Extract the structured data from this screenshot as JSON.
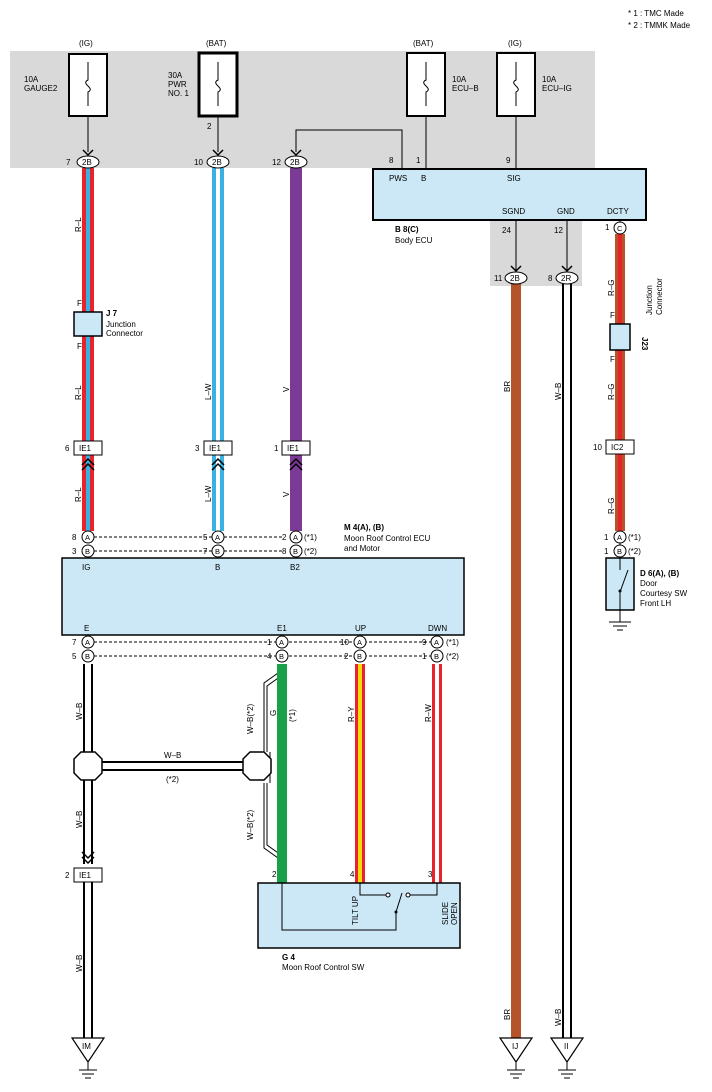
{
  "notes": [
    "* 1 : TMC Made",
    "* 2 : TMMK Made"
  ],
  "fuses": [
    {
      "supply": "(IG)",
      "rating": "10A",
      "name": "GAUGE2"
    },
    {
      "supply": "(BAT)",
      "rating": "30A",
      "name": "PWR",
      "name2": "NO. 1"
    },
    {
      "supply": "(BAT)",
      "rating": "10A",
      "name": "ECU–B"
    },
    {
      "supply": "(IG)",
      "rating": "10A",
      "name": "ECU–IG"
    }
  ],
  "fuse_pins": {
    "pwr": "2"
  },
  "connectors": {
    "c2b_gauge": {
      "pin": "7",
      "code": "2B"
    },
    "c2b_pwr": {
      "pin": "10",
      "code": "2B"
    },
    "c2b_b2": {
      "pin": "12",
      "code": "2B"
    },
    "c2b_sgnd": {
      "pin": "11",
      "code": "2B"
    },
    "c2r_gnd": {
      "pin": "8",
      "code": "2R"
    },
    "ie1_a": {
      "pin": "6",
      "code": "IE1"
    },
    "ie1_b": {
      "pin": "3",
      "code": "IE1"
    },
    "ie1_c": {
      "pin": "1",
      "code": "IE1"
    },
    "ie1_d": {
      "pin": "2",
      "code": "IE1"
    },
    "ic2": {
      "pin": "10",
      "code": "IC2"
    },
    "c_dcty": {
      "pin": "1",
      "code": "C"
    }
  },
  "body_ecu": {
    "id": "B 8(C)",
    "name": "Body ECU",
    "pins_top": [
      "8",
      "1",
      "9"
    ],
    "terms_top": [
      "PWS",
      "B",
      "SIG"
    ],
    "terms_bottom": [
      "SGND",
      "GND",
      "DCTY"
    ],
    "pins_bottom": [
      "24",
      "12",
      "1"
    ]
  },
  "j7": {
    "id": "J 7",
    "name": "Junction",
    "name2": "Connector",
    "pin": "F"
  },
  "j23": {
    "id": "J23",
    "name": "Junction",
    "name2": "Connector",
    "pin": "F"
  },
  "moon_ecu": {
    "id": "M 4(A), (B)",
    "name": "Moon Roof Control ECU",
    "name2": "and Motor",
    "terms_top": [
      "IG",
      "B",
      "B2"
    ],
    "terms_bottom": [
      "E",
      "E1",
      "UP",
      "DWN"
    ],
    "top_pins_a": [
      "8",
      "5",
      "2"
    ],
    "top_pins_b": [
      "3",
      "7",
      "8"
    ],
    "bottom_pins_a": [
      "7",
      "1",
      "10",
      "9"
    ],
    "bottom_pins_b": [
      "5",
      "4",
      "2",
      "1"
    ],
    "conn_a": "A",
    "conn_b": "B",
    "mark_1": "(*1)",
    "mark_2": "(*2)"
  },
  "door_sw": {
    "id": "D 6(A), (B)",
    "name": "Door",
    "name2": "Courtesy SW",
    "name3": "Front LH",
    "pins": [
      "1",
      "1"
    ],
    "conn_a": "A",
    "conn_b": "B",
    "mark_1": "(*1)",
    "mark_2": "(*2)"
  },
  "moon_sw": {
    "id": "G 4",
    "name": "Moon Roof Control SW",
    "pins": [
      "2",
      "4",
      "3"
    ],
    "label_tilt": [
      "TILT UP"
    ],
    "label_slide": [
      "SLIDE",
      "OPEN"
    ]
  },
  "wire_labels": {
    "rl": "R–L",
    "lw": "L–W",
    "v": "V",
    "br": "BR",
    "wb": "W–B",
    "rg": "R–G",
    "g": "G",
    "ry": "R–Y",
    "rw": "R–W",
    "wb2": "W–B(*2)",
    "star1": "(*1)",
    "star2": "(*2)"
  },
  "grounds": [
    "IM",
    "IJ",
    "II"
  ],
  "colors": {
    "panel": "#d9d9d9",
    "box": "#cce8f6",
    "red": "#e8242b",
    "blue_light": "#3ab0e3",
    "purple": "#7b3a96",
    "brown": "#b5532b",
    "green": "#19a04b",
    "yellow": "#f5d90f",
    "white": "#ffffff"
  }
}
